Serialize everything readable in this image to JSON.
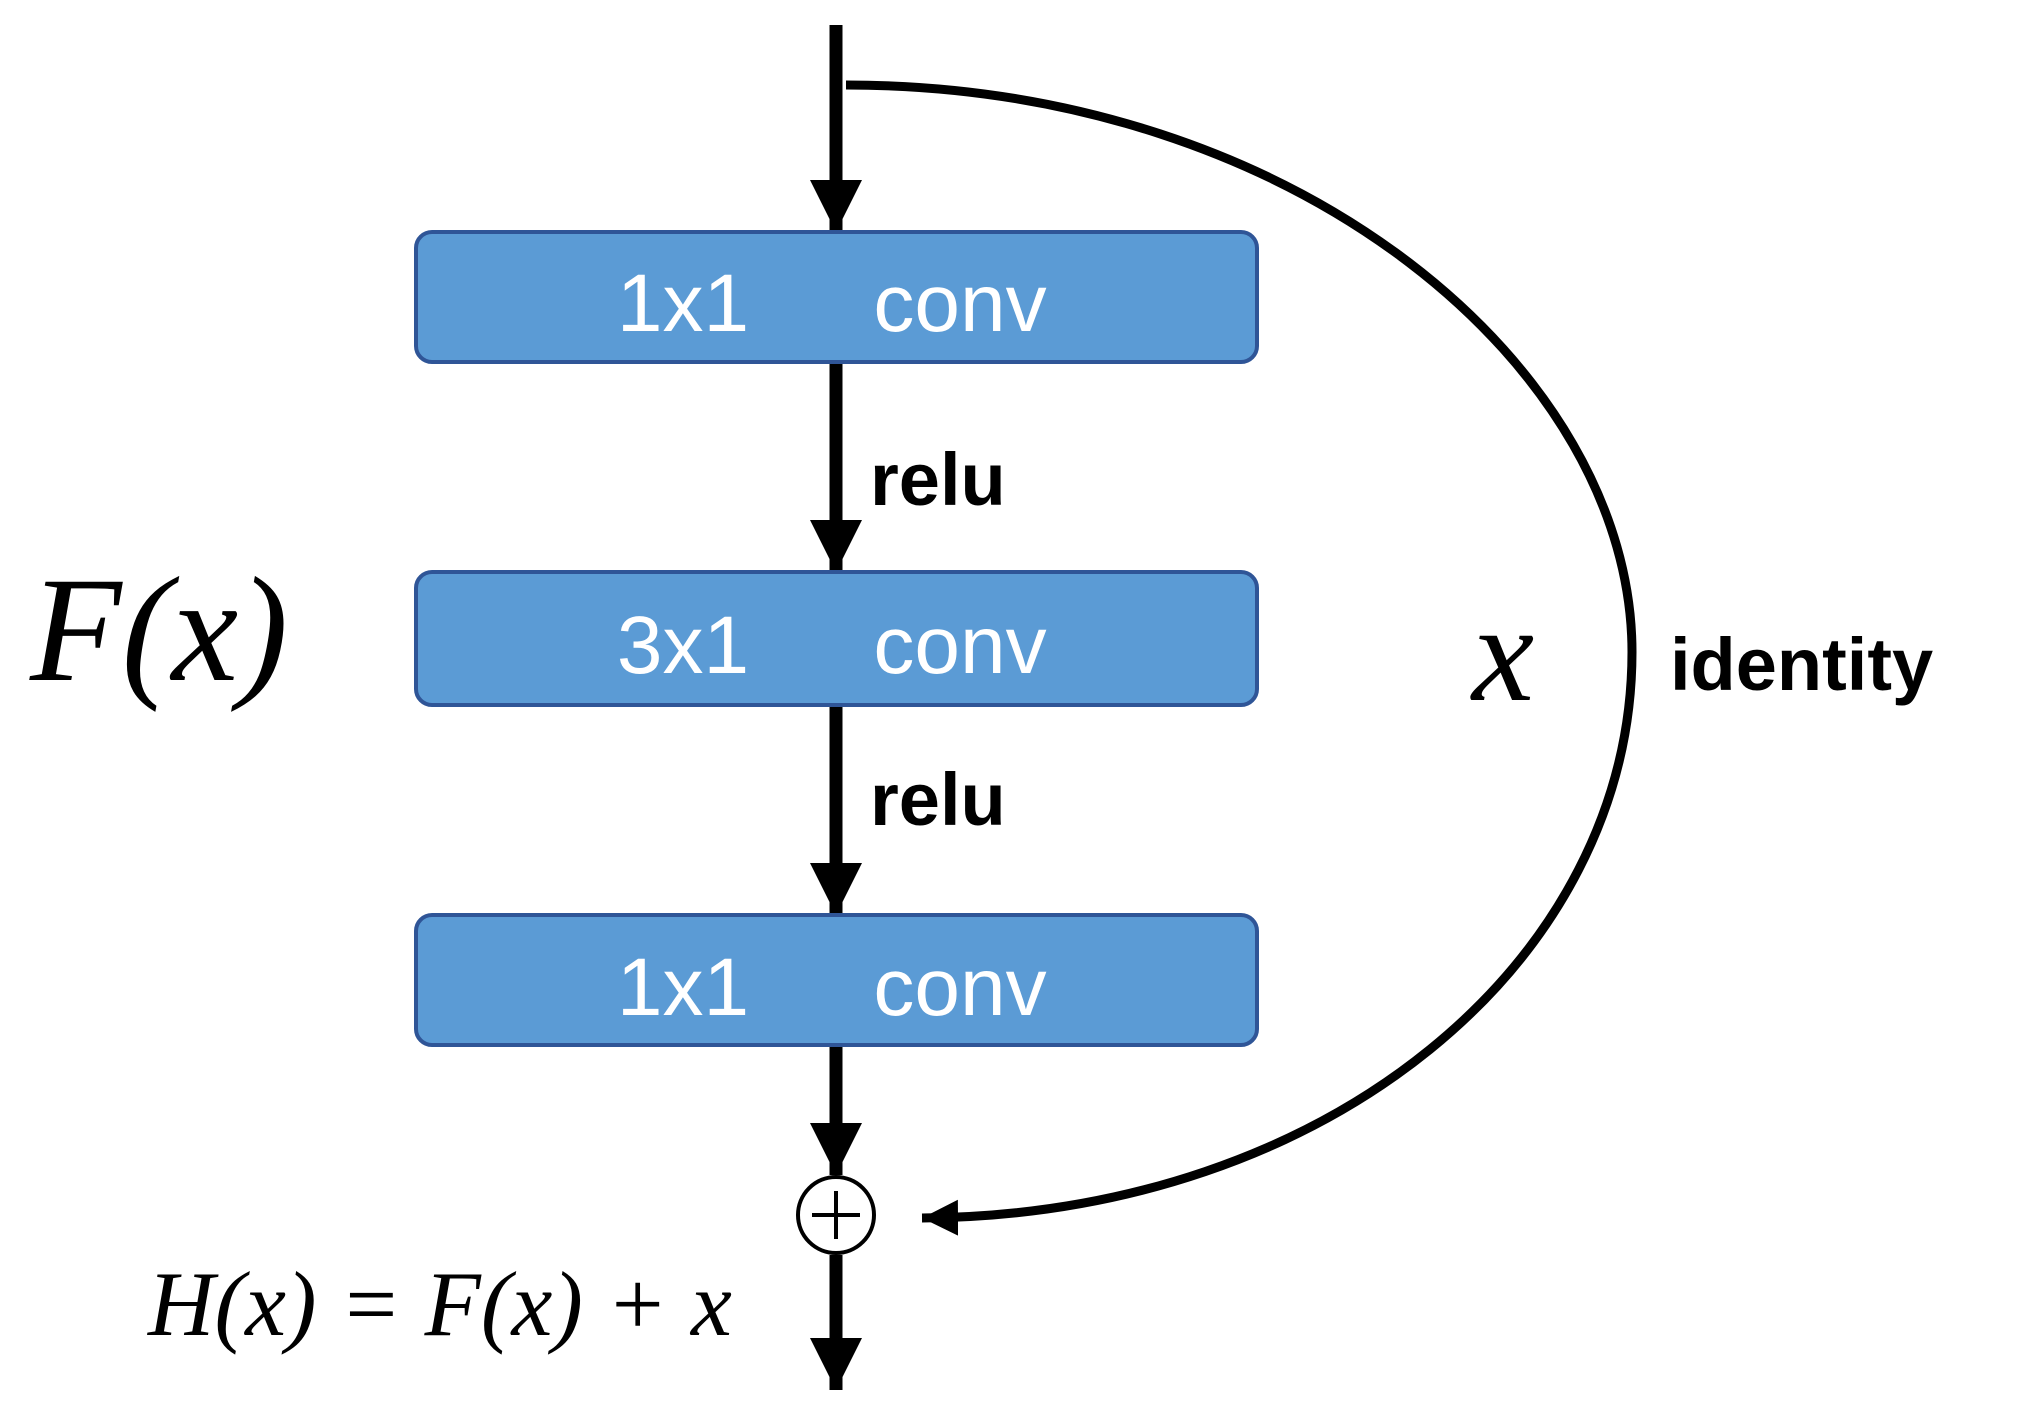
{
  "diagram": {
    "blocks": [
      {
        "kernel": "1x1",
        "op": "conv"
      },
      {
        "kernel": "3x1",
        "op": "conv"
      },
      {
        "kernel": "1x1",
        "op": "conv"
      }
    ],
    "activations": [
      "relu",
      "relu"
    ],
    "residual_label": "F(x)",
    "shortcut_variable": "x",
    "shortcut_label": "identity",
    "sum_symbol": "+",
    "output_formula": "H(x) = F(x) + x"
  },
  "colors": {
    "block_fill": "#5B9BD5",
    "block_border": "#2F5597",
    "line": "#000000"
  }
}
